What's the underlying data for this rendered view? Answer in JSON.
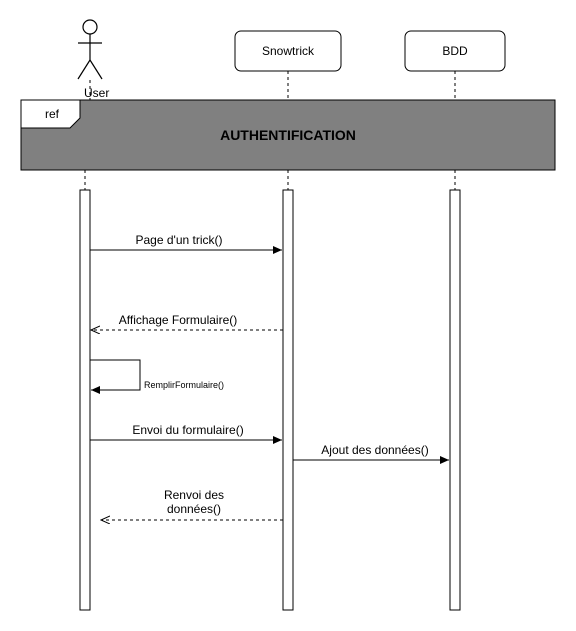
{
  "diagram": {
    "type": "sequence",
    "participants": [
      {
        "id": "user",
        "label": "User",
        "kind": "actor"
      },
      {
        "id": "snowtrick",
        "label": "Snowtrick",
        "kind": "box"
      },
      {
        "id": "bdd",
        "label": "BDD",
        "kind": "box"
      }
    ],
    "fragment": {
      "tag": "ref",
      "title": "AUTHENTIFICATION",
      "fill": "#808080"
    },
    "messages": [
      {
        "from": "user",
        "to": "snowtrick",
        "label": "Page d'un trick()",
        "style": "sync"
      },
      {
        "from": "snowtrick",
        "to": "user",
        "label": "Affichage Formulaire()",
        "style": "return"
      },
      {
        "from": "user",
        "to": "user",
        "label": "RemplirFormulaire()",
        "style": "self"
      },
      {
        "from": "user",
        "to": "snowtrick",
        "label": "Envoi du formulaire()",
        "style": "sync"
      },
      {
        "from": "snowtrick",
        "to": "bdd",
        "label": "Ajout des données()",
        "style": "sync"
      },
      {
        "from": "snowtrick",
        "to": "user",
        "label_lines": [
          "Renvoi des",
          "données()"
        ],
        "style": "return"
      }
    ]
  }
}
